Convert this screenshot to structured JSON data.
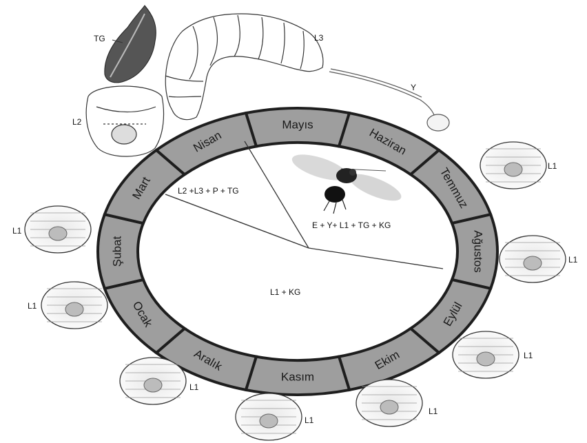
{
  "months": [
    "Mayıs",
    "Haziran",
    "Temmuz",
    "Ağustos",
    "Eylül",
    "Ekim",
    "Kasım",
    "Aralık",
    "Ocak",
    "Şubat",
    "Mart",
    "Nisan"
  ],
  "sector_labels": {
    "spring": "L2 +L3 + P + TG",
    "summer": "E + Y+ L1 + TG + KG",
    "winter": "L1 + KG"
  },
  "stage_labels": {
    "leaf": "TG",
    "larva3": "L3",
    "egg": "Y",
    "larva2": "L2",
    "larva1": "L1"
  },
  "colors": {
    "ring_fill": "#9e9e9e",
    "ring_stroke": "#1e1e1e",
    "line": "#333333"
  }
}
